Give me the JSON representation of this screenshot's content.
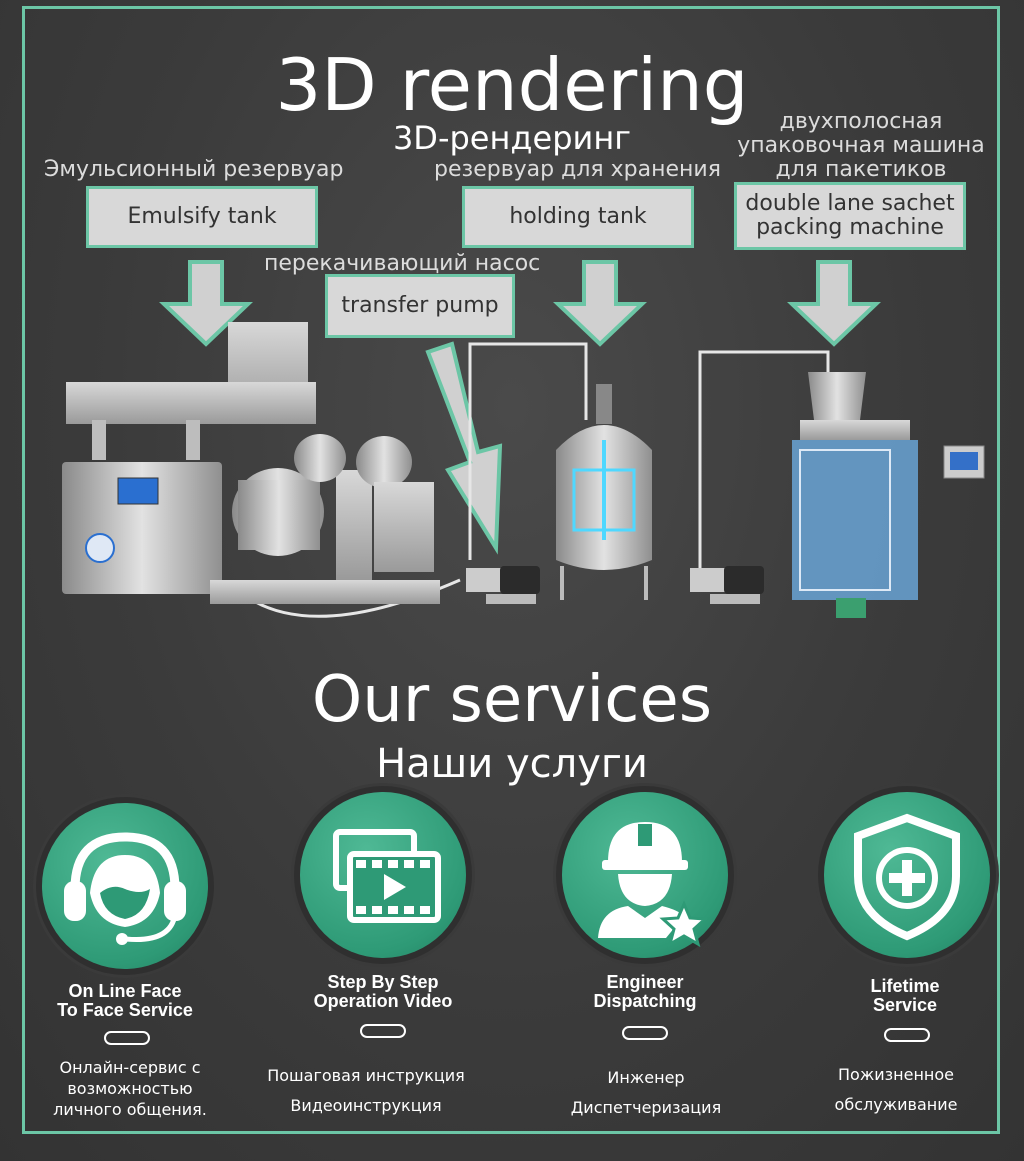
{
  "heading": {
    "title": "3D rendering",
    "subtitle": "3D-рендеринг"
  },
  "equipment": {
    "emulsify": {
      "ru": "Эмульсионный резервуар",
      "label": "Emulsify tank"
    },
    "transfer": {
      "ru": "перекачивающий насос",
      "label": "transfer pump"
    },
    "holding": {
      "ru": "резервуар для хранения",
      "label": "holding tank"
    },
    "packing": {
      "ru_lines": [
        "двухполосная",
        "упаковочная машина",
        "для пакетиков"
      ],
      "label_lines": [
        "double lane sachet",
        "packing machine"
      ]
    }
  },
  "services_heading": {
    "title": "Our services",
    "subtitle": "Наши услуги"
  },
  "services": [
    {
      "icon": "headset-support-icon",
      "title_lines": [
        "On Line Face",
        "To Face Service"
      ],
      "ru_lines": [
        "Онлайн-сервис с",
        "возможностью",
        "личного общения."
      ]
    },
    {
      "icon": "video-play-icon",
      "title_lines": [
        "Step By Step",
        "Operation Video"
      ],
      "ru_lines": [
        "Пошаговая инструкция",
        "Видеоинструкция"
      ]
    },
    {
      "icon": "engineer-helmet-icon",
      "title_lines": [
        "Engineer",
        "Dispatching"
      ],
      "ru_lines": [
        "Инженер",
        "Диспетчеризация"
      ]
    },
    {
      "icon": "shield-plus-icon",
      "title_lines": [
        "Lifetime",
        "Service"
      ],
      "ru_lines": [
        "Пожизненное",
        "обслуживание"
      ]
    }
  ],
  "colors": {
    "accent": "#6cc6a6",
    "circle": "#2e9a76",
    "label_box": "#d8d8d8"
  }
}
